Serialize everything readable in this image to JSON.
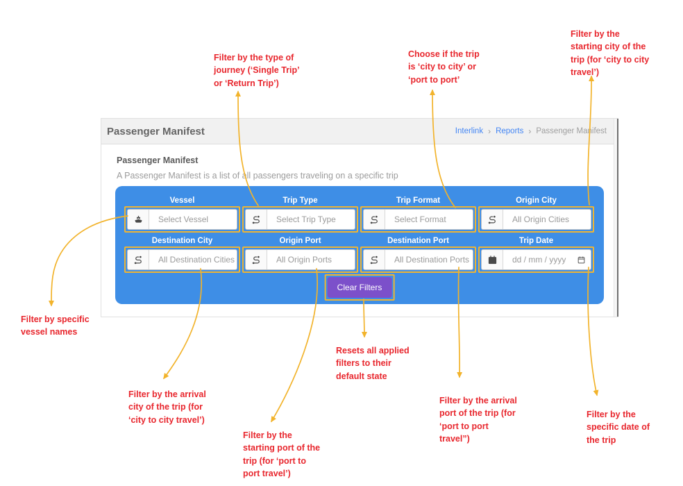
{
  "app": {
    "header": {
      "title": "Passenger Manifest",
      "breadcrumb": {
        "link1": "Interlink",
        "link2": "Reports",
        "current": "Passenger Manifest",
        "separator": "›"
      }
    },
    "page": {
      "heading": "Passenger Manifest",
      "description": "A Passenger Manifest is a list of all passengers traveling on a specific trip"
    },
    "filters": [
      {
        "label": "Vessel",
        "placeholder": "Select Vessel",
        "icon": "ship-icon"
      },
      {
        "label": "Trip Type",
        "placeholder": "Select Trip Type",
        "icon": "route-icon"
      },
      {
        "label": "Trip Format",
        "placeholder": "Select Format",
        "icon": "route-icon"
      },
      {
        "label": "Origin City",
        "placeholder": "All Origin Cities",
        "icon": "route-icon"
      },
      {
        "label": "Destination City",
        "placeholder": "All Destination Cities",
        "icon": "route-icon"
      },
      {
        "label": "Origin Port",
        "placeholder": "All Origin Ports",
        "icon": "route-icon"
      },
      {
        "label": "Destination Port",
        "placeholder": "All Destination Ports",
        "icon": "route-icon"
      },
      {
        "label": "Trip Date",
        "placeholder": "dd / mm / yyyy",
        "icon": "calendar-icon"
      }
    ],
    "clear_button": "Clear Filters"
  },
  "annotations": {
    "trip_type": {
      "text": "Filter by the type of\njourney (‘Single Trip’\nor ‘Return Trip’)"
    },
    "trip_format": {
      "text": "Choose if the trip\nis ‘city to city’ or\n‘port to port’"
    },
    "origin_city": {
      "text": "Filter by the\nstarting city of the\ntrip (for ‘city to city\ntravel’)"
    },
    "vessel": {
      "text": "Filter by specific\nvessel names"
    },
    "dest_city": {
      "text": "Filter by the arrival\ncity of the trip (for\n‘city to city travel’)"
    },
    "origin_port": {
      "text": "Filter by the\nstarting port of the\ntrip (for ‘port to\nport travel’)"
    },
    "clear": {
      "text": "Resets all applied\nfilters to their\ndefault state"
    },
    "dest_port": {
      "text": "Filter by the arrival\nport of the trip (for\n‘port to port\ntravel”)"
    },
    "trip_date": {
      "text": "Filter by the\nspecific date of\nthe trip"
    }
  },
  "colors": {
    "panel_blue": "#3e8ee6",
    "button_purple": "#7c50ca",
    "annotation_red": "#e8262d",
    "highlight_yellow": "#eeb434",
    "arrow_yellow": "#f2b32b",
    "link_blue": "#4285f4"
  }
}
